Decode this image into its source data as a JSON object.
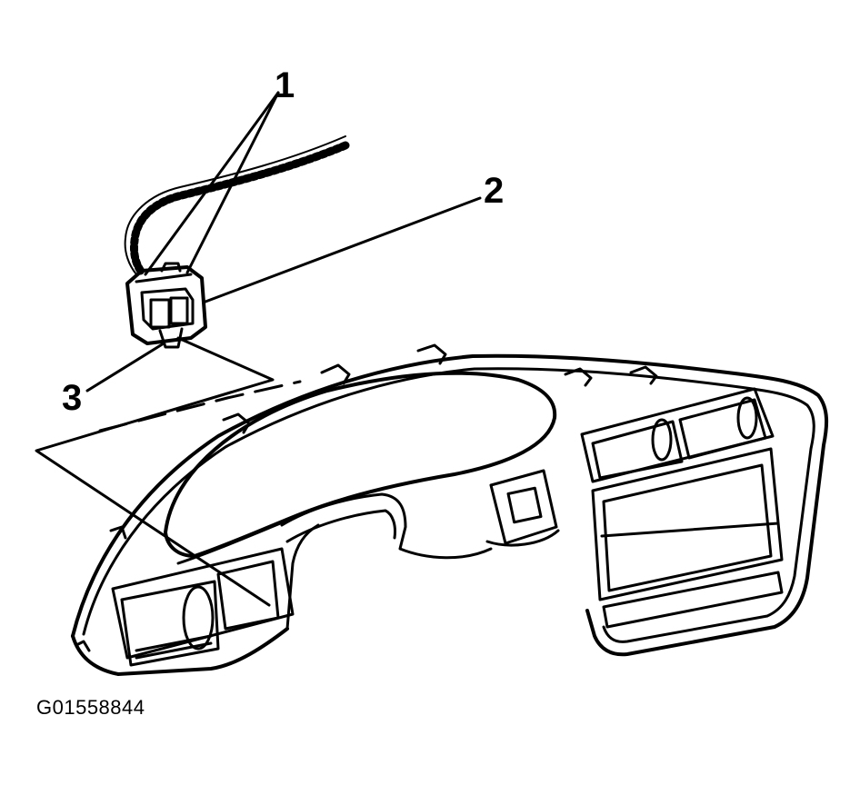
{
  "callouts": [
    {
      "id": "1",
      "label": "1"
    },
    {
      "id": "2",
      "label": "2"
    },
    {
      "id": "3",
      "label": "3"
    }
  ],
  "figure_code": "G01558844",
  "colors": {
    "ink": "#000000",
    "background": "#ffffff"
  }
}
